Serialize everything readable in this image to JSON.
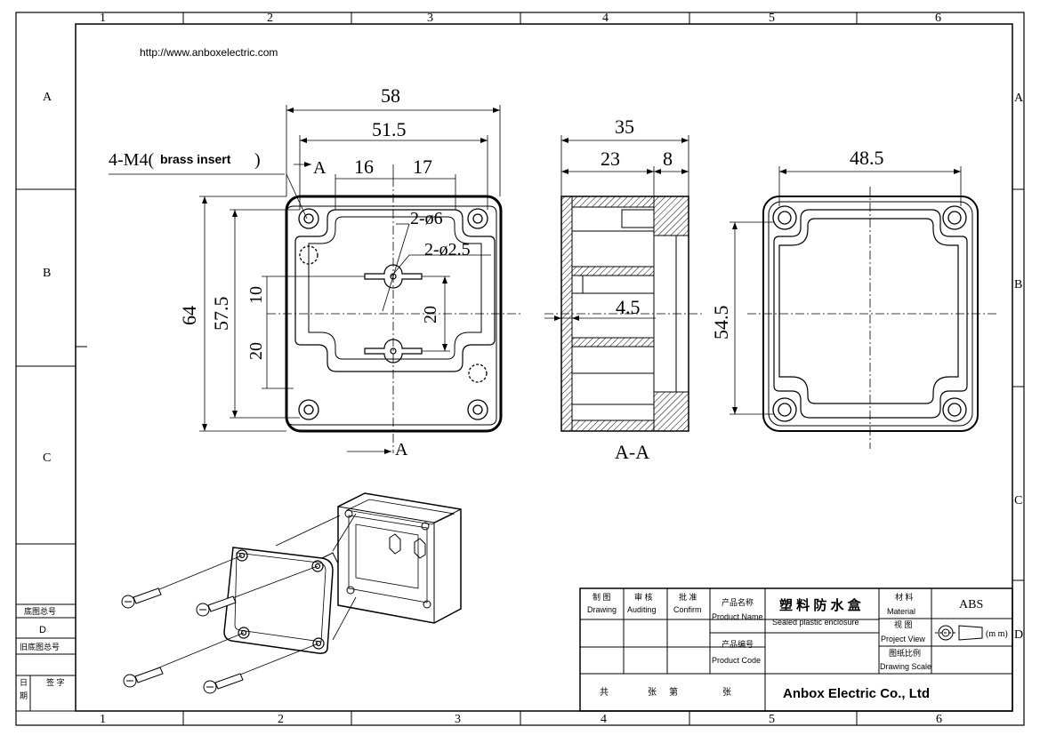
{
  "url": "http://www.anboxelectric.com",
  "zone_columns_top": [
    "1",
    "2",
    "3",
    "4",
    "5",
    "6"
  ],
  "zone_columns_bottom": [
    "1",
    "2",
    "3",
    "4",
    "5",
    "6"
  ],
  "zone_rows_left": [
    "A",
    "B",
    "C"
  ],
  "zone_rows_right": [
    "A",
    "B",
    "C",
    "D"
  ],
  "front_view": {
    "dim_overall_width": "58",
    "dim_inner_width": "51.5",
    "dim_left_offset": "16",
    "dim_right_offset": "17",
    "dim_overall_height": "64",
    "dim_inner_height": "57.5",
    "dim_10": "10",
    "dim_20_left": "20",
    "dim_20_right": "20",
    "hole_label_1": "2-ø6",
    "hole_label_2": "2-ø2.5",
    "insert_prefix": "4-M4(",
    "insert_text": "brass insert",
    "insert_suffix": ")",
    "section_mark_top": "A",
    "section_mark_bottom": "A"
  },
  "section_view": {
    "dim_depth": "35",
    "dim_23": "23",
    "dim_8": "8",
    "dim_wall": "4.5",
    "label": "A-A"
  },
  "back_view": {
    "dim_width": "48.5",
    "dim_height": "54.5"
  },
  "left_strip": {
    "row1": "底图总号",
    "row2": "D",
    "row3": "旧底图总号",
    "row4a": "日",
    "row4b": "签 字",
    "row5": "期"
  },
  "title_block": {
    "drawing_cn": "制 图",
    "drawing_en": "Drawing",
    "auditing_cn": "审 核",
    "auditing_en": "Auditing",
    "confirm_cn": "批 准",
    "confirm_en": "Confirm",
    "product_name_cn": "产品名称",
    "product_name_en": "Product Name",
    "product_title_cn": "塑 料 防 水 盒",
    "product_title_en": "Sealed plastic enclosure",
    "product_code_cn": "产品编号",
    "product_code_en": "Product Code",
    "material_cn": "材 料",
    "material_en": "Material",
    "material_value": "ABS",
    "view_cn": "视 图",
    "view_en": "Project View",
    "scale_cn": "图纸比例",
    "scale_en": "Drawing Scale",
    "unit": "(m m)",
    "sheet_total": "共",
    "sheet_count": "张",
    "sheet_no": "第",
    "sheet_no_suffix": "张",
    "company": "Anbox Electric Co., Ltd"
  }
}
